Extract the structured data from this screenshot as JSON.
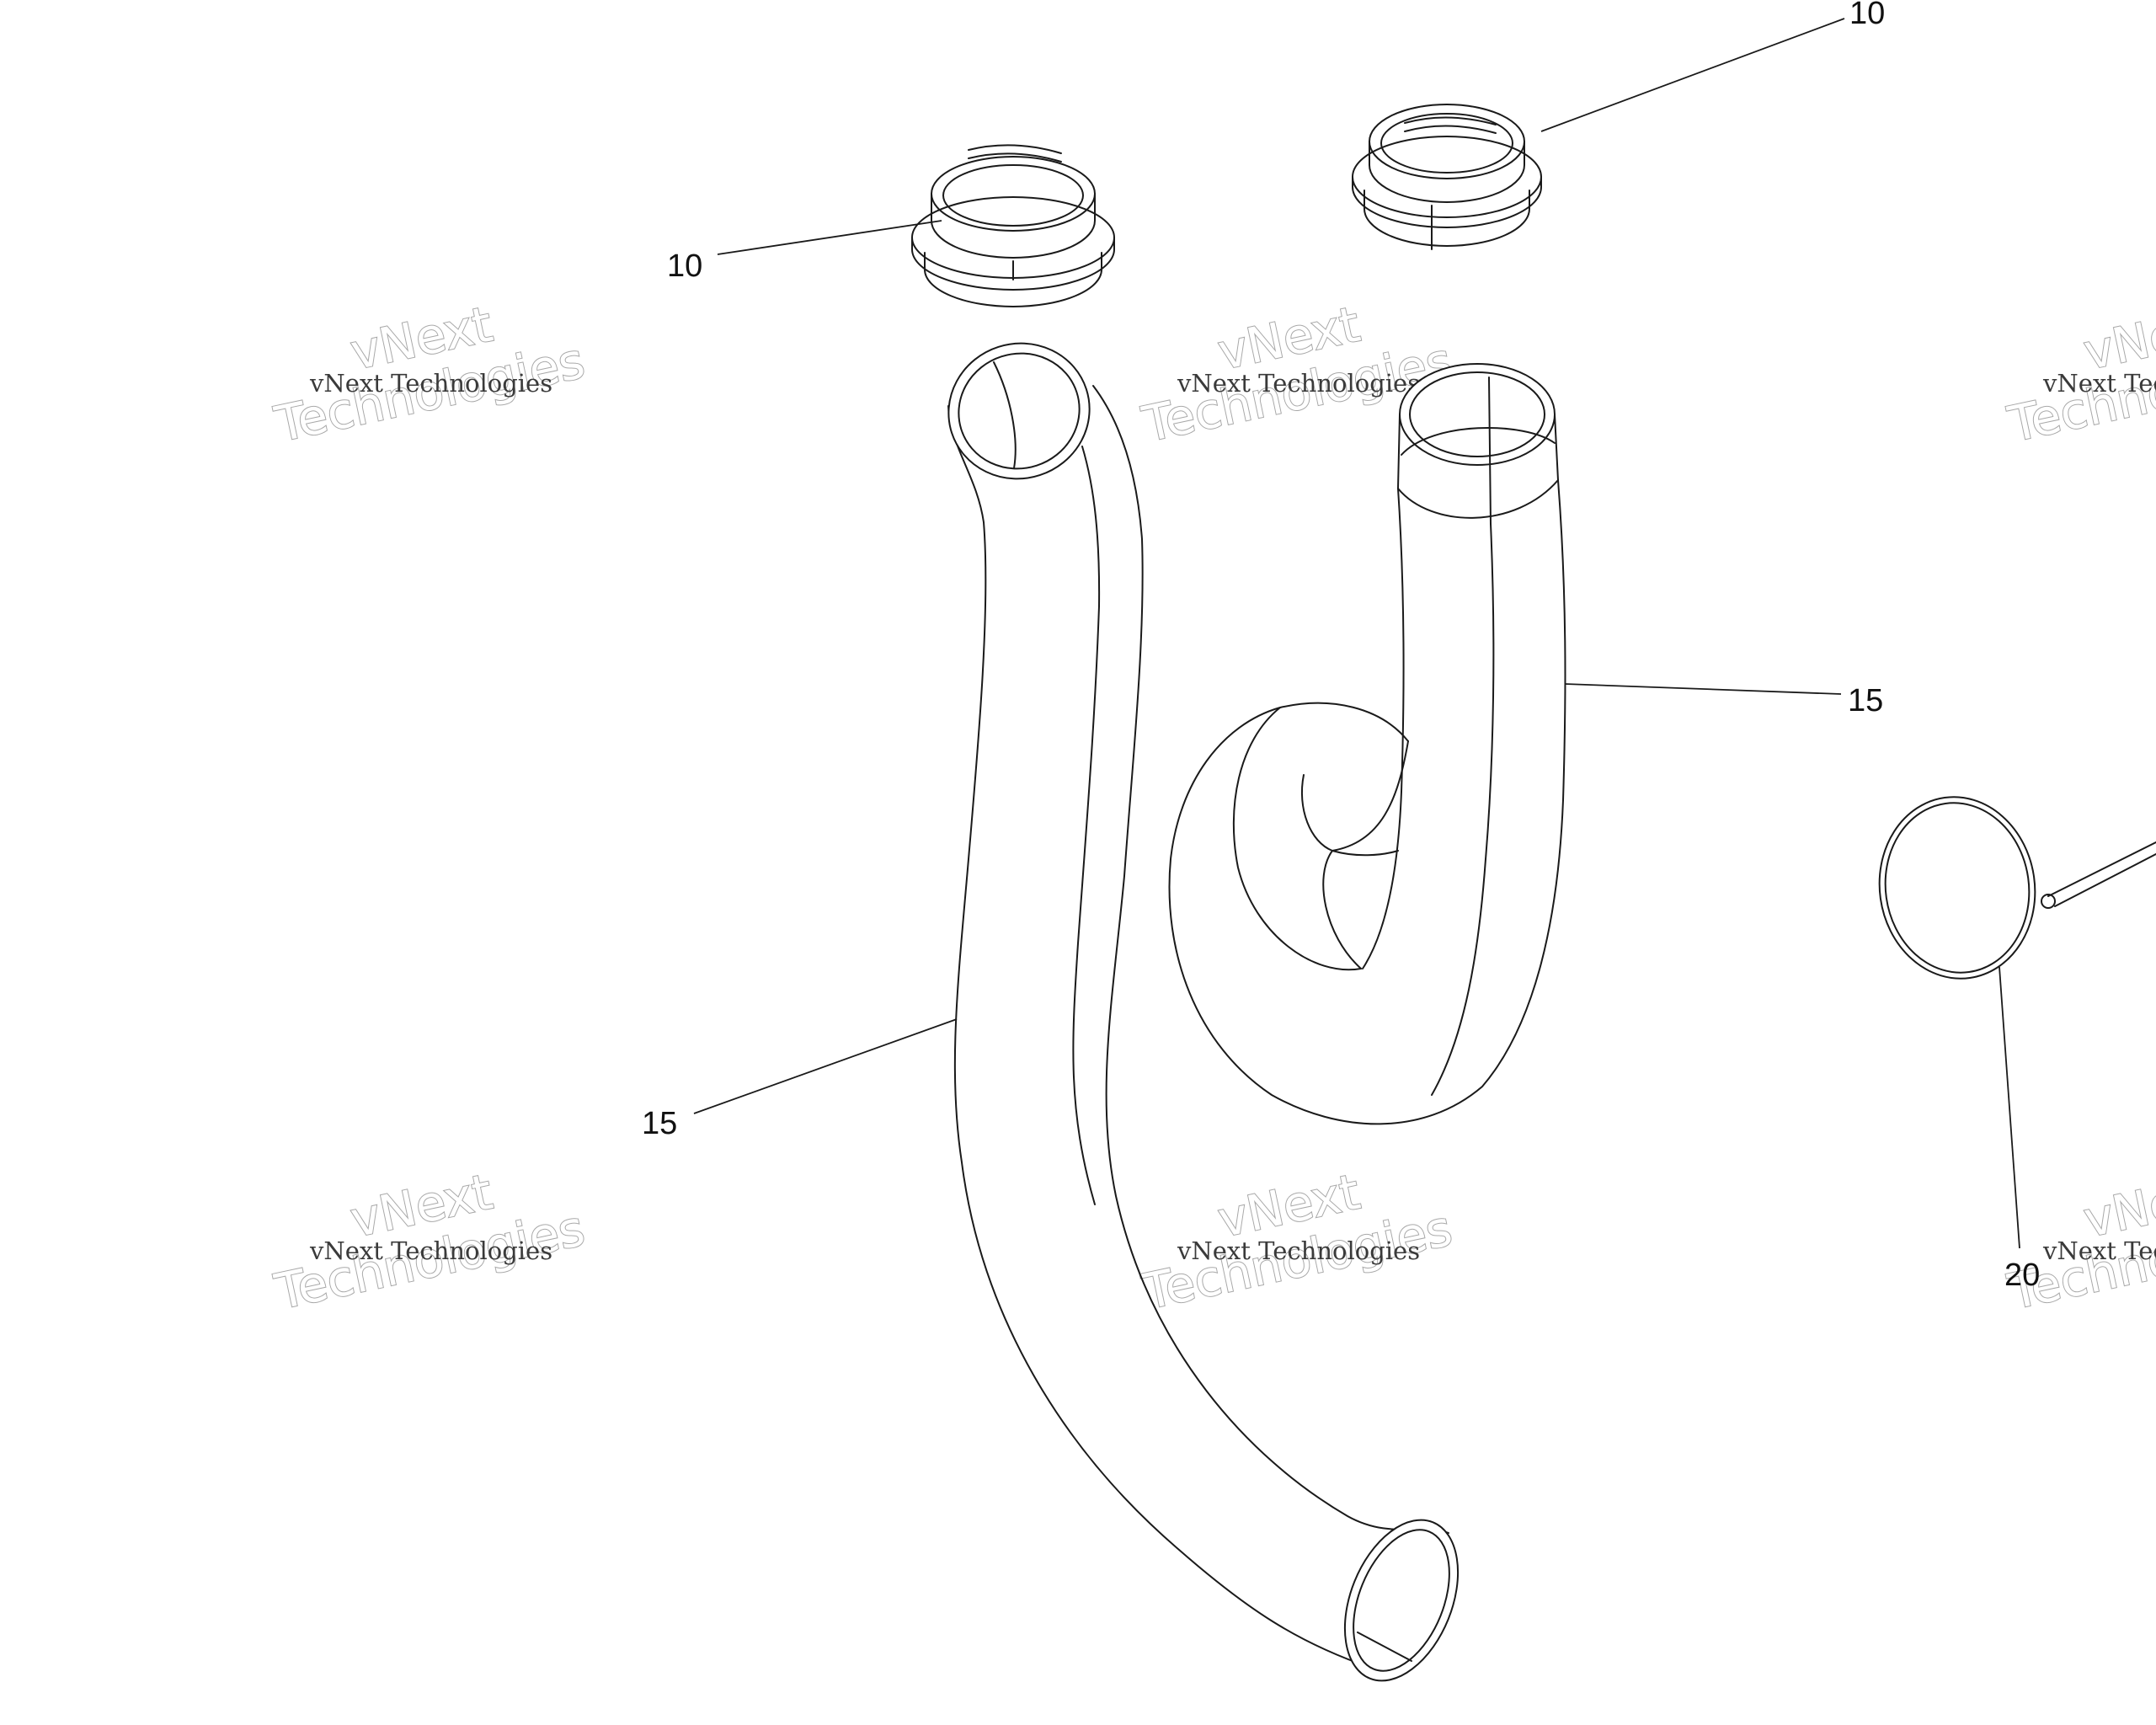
{
  "callouts": {
    "c10_left": "10",
    "c10_right": "10",
    "c15_left": "15",
    "c15_right": "15",
    "c20": "20"
  },
  "watermark": {
    "line_small": "vNext Technologies",
    "line_big_1": "vNext",
    "line_big_2": "Technologies"
  },
  "parts": {
    "item_10": "grommet-icon",
    "item_15": "hose-icon",
    "item_20": "clamp-icon"
  }
}
